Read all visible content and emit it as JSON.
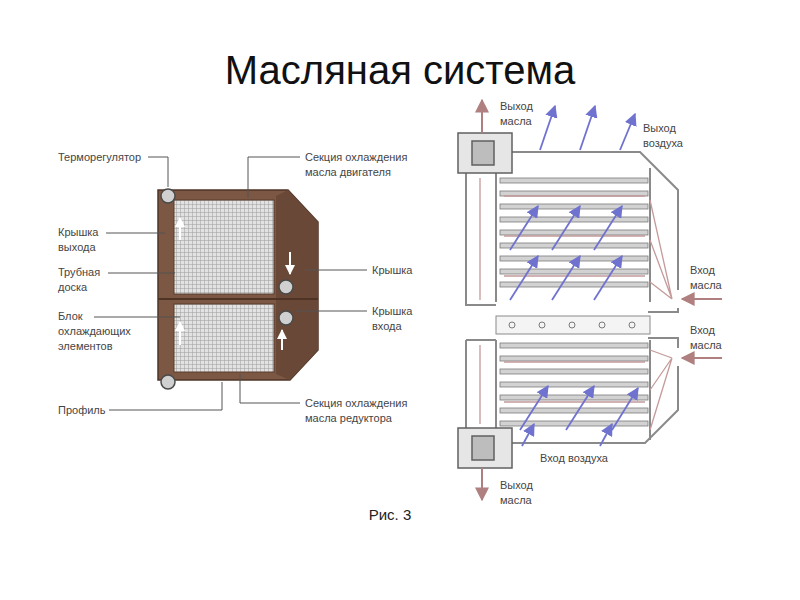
{
  "diagram": {
    "title": "Масляная система",
    "caption": "Рис. 3",
    "labels": [
      "Терморегулятор",
      "Крышка выхода",
      "Трубная доска",
      "Блок охлаждающих элементов",
      "Профиль",
      "Секция охлаждения масла двигателя",
      "Крышка",
      "Крышка входа",
      "Секция охлаждения масла редуктора",
      "Выход масла",
      "Выход воздуха",
      "Вход масла",
      "Вход масла",
      "Вход воздуха",
      "Выход масла"
    ]
  }
}
